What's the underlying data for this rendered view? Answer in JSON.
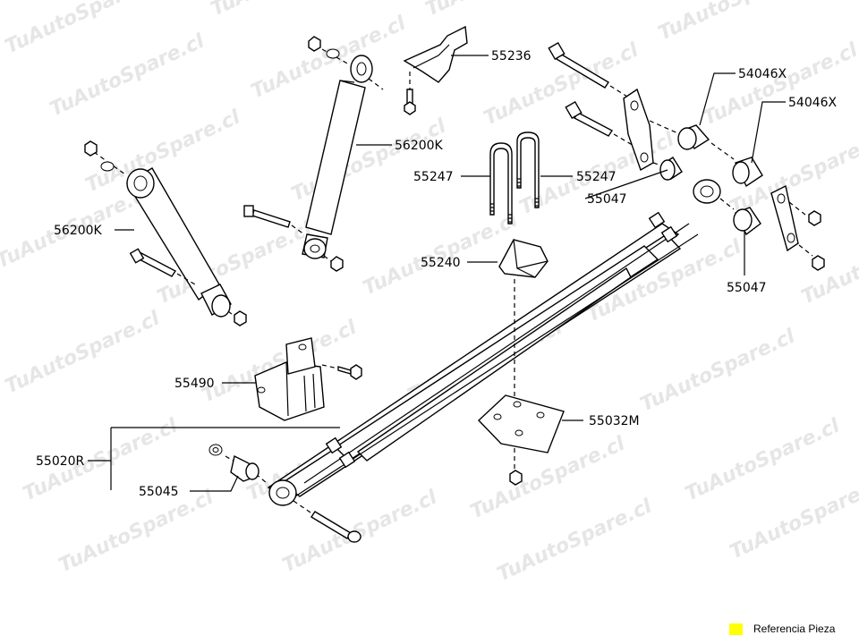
{
  "watermark": "TuAutoSpare.cl",
  "labels": {
    "p55236": "55236",
    "p54046x_a": "54046X",
    "p54046x_b": "54046X",
    "p56200k_right": "56200K",
    "p56200k_left": "56200K",
    "p55247_a": "55247",
    "p55247_b": "55247",
    "p55047_a": "55047",
    "p55047_b": "55047",
    "p55240": "55240",
    "p55490": "55490",
    "p55032m": "55032M",
    "p55020r": "55020R",
    "p55045": "55045"
  },
  "highlight_color": "#ffff00",
  "legend": {
    "text": "Referencia Pieza",
    "color": "#ffff00"
  }
}
